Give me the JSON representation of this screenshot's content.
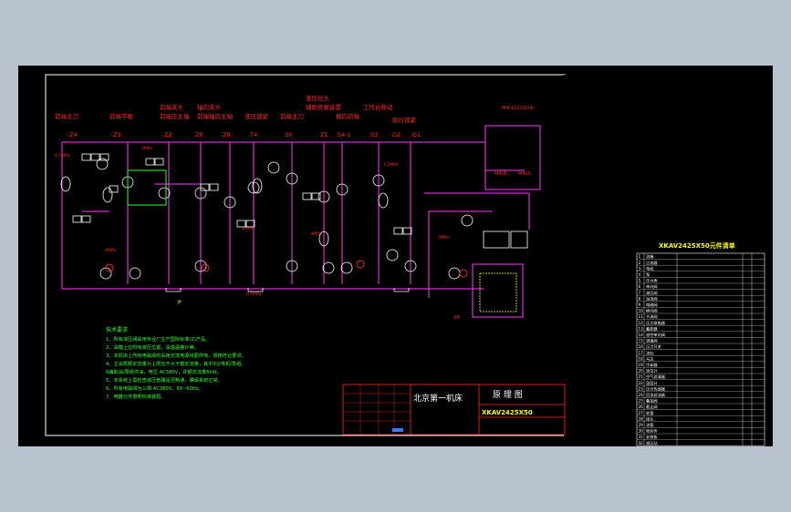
{
  "drawing": {
    "section_titles": [
      "前端主刀",
      "前端平衡",
      "前端夹头",
      "前端压主轴",
      "轴向夹头",
      "前端轴向主轴",
      "液压锁紧",
      "前端主刀",
      "液压拉头",
      "辅助修复装置",
      "换向前端",
      "工作台移动",
      "执行锁紧"
    ],
    "station_codes": [
      "Z4",
      "Z3",
      "Z2",
      "Z0",
      "Z8",
      "T4",
      "S6",
      "Z1",
      "S4-1",
      "S3",
      "G2",
      "G1"
    ],
    "label_top_right": "M4(1)(2)(3)(4)",
    "label_motor_left": "M4(B)",
    "label_motor_right": "M4(2)",
    "pressure_labels": [
      "6.5MPa",
      "3MPa",
      "1.5MPa",
      "3MPa",
      "2MPa",
      "3MPa",
      "0.5MPa",
      "4MPa"
    ],
    "main_pressure_label": "P4",
    "tank_label": "P",
    "tech_title": "技术要求",
    "tech_notes": [
      "1、所有液压阀采用专业厂生产国际标准(2)产品。",
      "2、油箱上应附有液压位置，油温温度计等。",
      "3、本机床上所有电磁阀均采用交流电源线圈供电，规格符合要求。",
      "4、主油泵额定流量为上限应不大于额定流量，其中3台电机/泵组。",
      "   6辅助油/泵组件油，电压  AC380V，并额定流量6kW。",
      "5、本系统上需检查液压管路是否畅通，确保系统正常。",
      "6、所有电磁阀为三相  AC380V，50~60Hz。",
      "7、电器元件按照标准装配。"
    ],
    "company": "北京第一机床",
    "drawing_title": "原 理 图",
    "drawing_number": "XKAV2425X50"
  },
  "parts_list": {
    "title": "XKAV2425X50元件清单",
    "rows": [
      [
        "1",
        "油箱",
        "",
        ""
      ],
      [
        "2",
        "过滤器",
        "",
        ""
      ],
      [
        "3",
        "电机",
        "",
        ""
      ],
      [
        "4",
        "泵",
        "",
        ""
      ],
      [
        "5",
        "压力表",
        "",
        ""
      ],
      [
        "6",
        "单向阀",
        "",
        ""
      ],
      [
        "7",
        "减压阀",
        "",
        ""
      ],
      [
        "8",
        "溢流阀",
        "",
        ""
      ],
      [
        "9",
        "电磁阀",
        "",
        ""
      ],
      [
        "10",
        "换向阀",
        "",
        ""
      ],
      [
        "11",
        "节流阀",
        "",
        ""
      ],
      [
        "12",
        "压力继电器",
        "",
        ""
      ],
      [
        "13",
        "蓄能器",
        "",
        ""
      ],
      [
        "14",
        "液控单向阀",
        "",
        ""
      ],
      [
        "15",
        "调速阀",
        "",
        ""
      ],
      [
        "16",
        "压力开关",
        "",
        ""
      ],
      [
        "17",
        "油缸",
        "",
        ""
      ],
      [
        "18",
        "马达",
        "",
        ""
      ],
      [
        "19",
        "冷却器",
        "",
        ""
      ],
      [
        "20",
        "液位计",
        "",
        ""
      ],
      [
        "21",
        "空气滤清器",
        "",
        ""
      ],
      [
        "22",
        "温度计",
        "",
        ""
      ],
      [
        "23",
        "压力传感器",
        "",
        ""
      ],
      [
        "24",
        "回油滤油器",
        "",
        ""
      ],
      [
        "25",
        "叠加阀",
        "",
        ""
      ],
      [
        "26",
        "截止阀",
        "",
        ""
      ],
      [
        "27",
        "软管",
        "",
        ""
      ],
      [
        "28",
        "接头",
        "",
        ""
      ],
      [
        "29",
        "油管",
        "",
        ""
      ],
      [
        "30",
        "密封件",
        "",
        ""
      ],
      [
        "31",
        "安装板",
        "",
        ""
      ],
      [
        "32",
        "液压站",
        "",
        ""
      ]
    ]
  },
  "colors": {
    "magenta": "#ff3cff",
    "red": "#ff2a2a",
    "white": "#ffffff",
    "green": "#32ff32",
    "yellow": "#ffff00",
    "blue": "#3a7bff"
  }
}
